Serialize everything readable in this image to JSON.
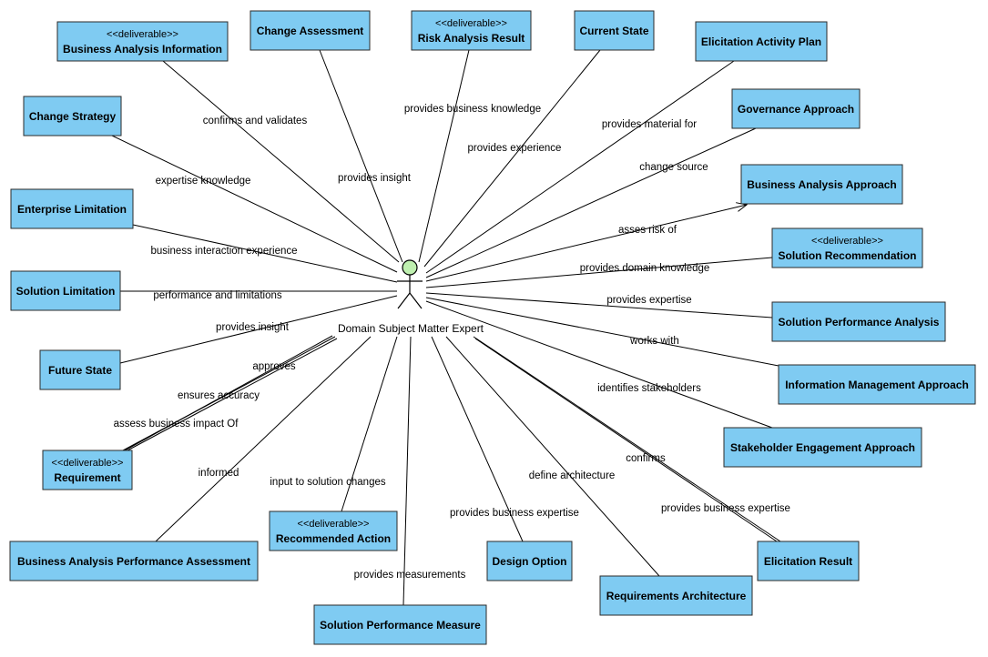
{
  "actor": {
    "name": "Domain Subject Matter Expert"
  },
  "nodes": [
    {
      "id": "business-analysis-information",
      "stereotype": "<<deliverable>>",
      "label": "Business Analysis Information"
    },
    {
      "id": "change-assessment",
      "stereotype": "",
      "label": "Change Assessment"
    },
    {
      "id": "risk-analysis-result",
      "stereotype": "<<deliverable>>",
      "label": "Risk Analysis Result"
    },
    {
      "id": "current-state",
      "stereotype": "",
      "label": "Current State"
    },
    {
      "id": "elicitation-activity-plan",
      "stereotype": "",
      "label": "Elicitation Activity Plan"
    },
    {
      "id": "change-strategy",
      "stereotype": "",
      "label": "Change Strategy"
    },
    {
      "id": "governance-approach",
      "stereotype": "",
      "label": "Governance Approach"
    },
    {
      "id": "business-analysis-approach",
      "stereotype": "",
      "label": "Business Analysis Approach"
    },
    {
      "id": "enterprise-limitation",
      "stereotype": "",
      "label": "Enterprise Limitation"
    },
    {
      "id": "solution-recommendation",
      "stereotype": "<<deliverable>>",
      "label": "Solution Recommendation"
    },
    {
      "id": "solution-limitation",
      "stereotype": "",
      "label": "Solution Limitation"
    },
    {
      "id": "solution-performance-analysis",
      "stereotype": "",
      "label": "Solution Performance Analysis"
    },
    {
      "id": "future-state",
      "stereotype": "",
      "label": "Future State"
    },
    {
      "id": "information-management-approach",
      "stereotype": "",
      "label": "Information Management Approach"
    },
    {
      "id": "stakeholder-engagement-approach",
      "stereotype": "",
      "label": "Stakeholder Engagement Approach"
    },
    {
      "id": "requirement",
      "stereotype": "<<deliverable>>",
      "label": "Requirement"
    },
    {
      "id": "recommended-action",
      "stereotype": "<<deliverable>>",
      "label": "Recommended Action"
    },
    {
      "id": "business-analysis-performance-assessment",
      "stereotype": "",
      "label": "Business Analysis Performance Assessment"
    },
    {
      "id": "design-option",
      "stereotype": "",
      "label": "Design Option"
    },
    {
      "id": "elicitation-result",
      "stereotype": "",
      "label": "Elicitation Result"
    },
    {
      "id": "requirements-architecture",
      "stereotype": "",
      "label": "Requirements Architecture"
    },
    {
      "id": "solution-performance-measure",
      "stereotype": "",
      "label": "Solution Performance Measure"
    }
  ],
  "edges": [
    {
      "to": "business-analysis-information",
      "label": "confirms and validates"
    },
    {
      "to": "change-assessment",
      "label": "provides insight"
    },
    {
      "to": "risk-analysis-result",
      "label": "provides business knowledge"
    },
    {
      "to": "current-state",
      "label": "provides experience"
    },
    {
      "to": "elicitation-activity-plan",
      "label": "provides material for"
    },
    {
      "to": "change-strategy",
      "label": "expertise knowledge"
    },
    {
      "to": "governance-approach",
      "label": "change source"
    },
    {
      "to": "business-analysis-approach",
      "label": "asses risk of"
    },
    {
      "to": "enterprise-limitation",
      "label": "business interaction experience"
    },
    {
      "to": "solution-recommendation",
      "label": "provides domain knowledge"
    },
    {
      "to": "solution-limitation",
      "label": "performance and limitations"
    },
    {
      "to": "solution-performance-analysis",
      "label": "provides expertise"
    },
    {
      "to": "future-state",
      "label": "provides insight"
    },
    {
      "to": "information-management-approach",
      "label": "works with"
    },
    {
      "to": "stakeholder-engagement-approach",
      "label": "identifies stakeholders"
    },
    {
      "to": "requirement",
      "label": "approves"
    },
    {
      "to": "requirement",
      "label": "ensures accuracy"
    },
    {
      "to": "requirement",
      "label": "assess business impact Of"
    },
    {
      "to": "business-analysis-performance-assessment",
      "label": "informed"
    },
    {
      "to": "recommended-action",
      "label": "input to solution changes"
    },
    {
      "to": "design-option",
      "label": "provides business expertise"
    },
    {
      "to": "requirements-architecture",
      "label": "define architecture"
    },
    {
      "to": "elicitation-result",
      "label": "confirms"
    },
    {
      "to": "elicitation-result",
      "label": "provides business expertise"
    },
    {
      "to": "solution-performance-measure",
      "label": "provides measurements"
    }
  ]
}
